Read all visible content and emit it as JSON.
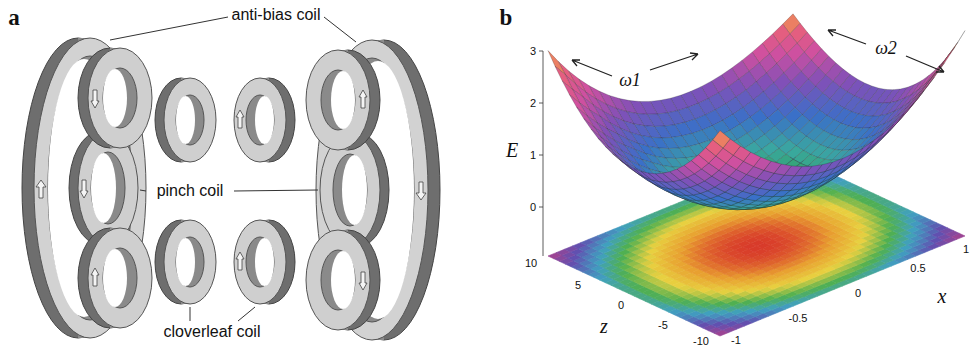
{
  "diagram": {
    "labels": [
      "a",
      "anti-bias coil",
      "pinch coil",
      "cloverleaf coil",
      "b",
      "ω1",
      "ω2",
      "E",
      "3",
      "2",
      "1",
      "0",
      "10",
      "5",
      "0",
      "-5",
      "-10",
      "1",
      "0.5",
      "0",
      "-0.5",
      "-1",
      "z",
      "x"
    ]
  }
}
